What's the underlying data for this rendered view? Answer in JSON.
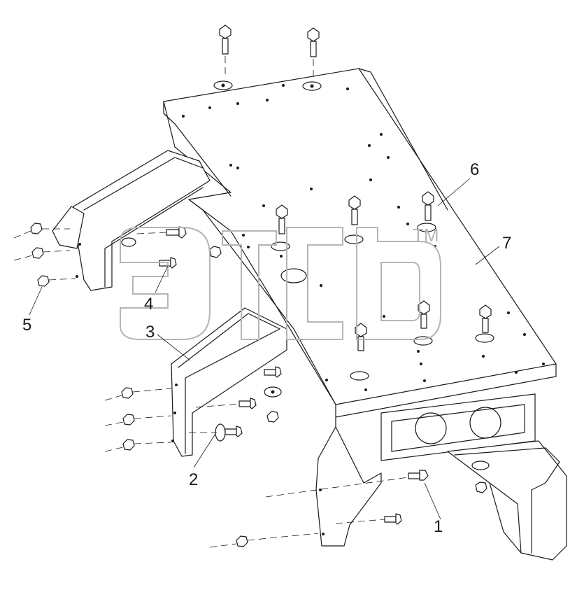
{
  "callouts": {
    "c1": "1",
    "c2": "2",
    "c3": "3",
    "c4": "4",
    "c5": "5",
    "c6": "6",
    "c7": "7"
  },
  "watermark": {
    "mark": "TM"
  }
}
